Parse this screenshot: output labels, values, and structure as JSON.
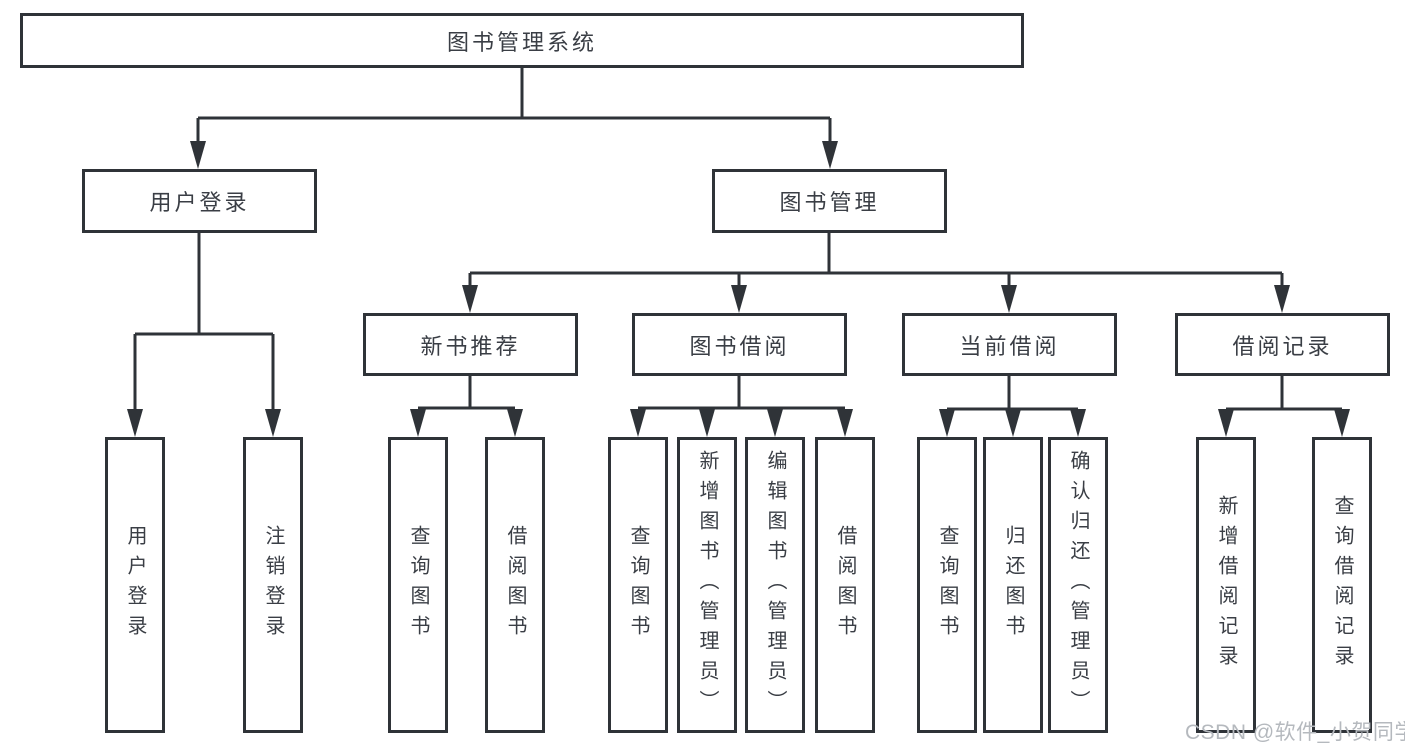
{
  "tree": {
    "root": {
      "label": "图书管理系统",
      "children": [
        {
          "label": "用户登录",
          "children": [
            {
              "label": "用户登录"
            },
            {
              "label": "注销登录"
            }
          ]
        },
        {
          "label": "图书管理",
          "children": [
            {
              "label": "新书推荐",
              "children": [
                {
                  "label": "查询图书"
                },
                {
                  "label": "借阅图书"
                }
              ]
            },
            {
              "label": "图书借阅",
              "children": [
                {
                  "label": "查询图书"
                },
                {
                  "label": "新增图书（管理员）"
                },
                {
                  "label": "编辑图书（管理员）"
                },
                {
                  "label": "借阅图书"
                }
              ]
            },
            {
              "label": "当前借阅",
              "children": [
                {
                  "label": "查询图书"
                },
                {
                  "label": "归还图书"
                },
                {
                  "label": "确认归还（管理员）"
                }
              ]
            },
            {
              "label": "借阅记录",
              "children": [
                {
                  "label": "新增借阅记录"
                },
                {
                  "label": "查询借阅记录"
                }
              ]
            }
          ]
        }
      ]
    }
  },
  "watermark": {
    "text": "CSDN @软件_小贺同学"
  },
  "colors": {
    "line": "#2f3338",
    "node_border": "#2f3338",
    "node_text": "#3a3e45",
    "watermark_text": "#b5b9be",
    "background": "#ffffff"
  }
}
